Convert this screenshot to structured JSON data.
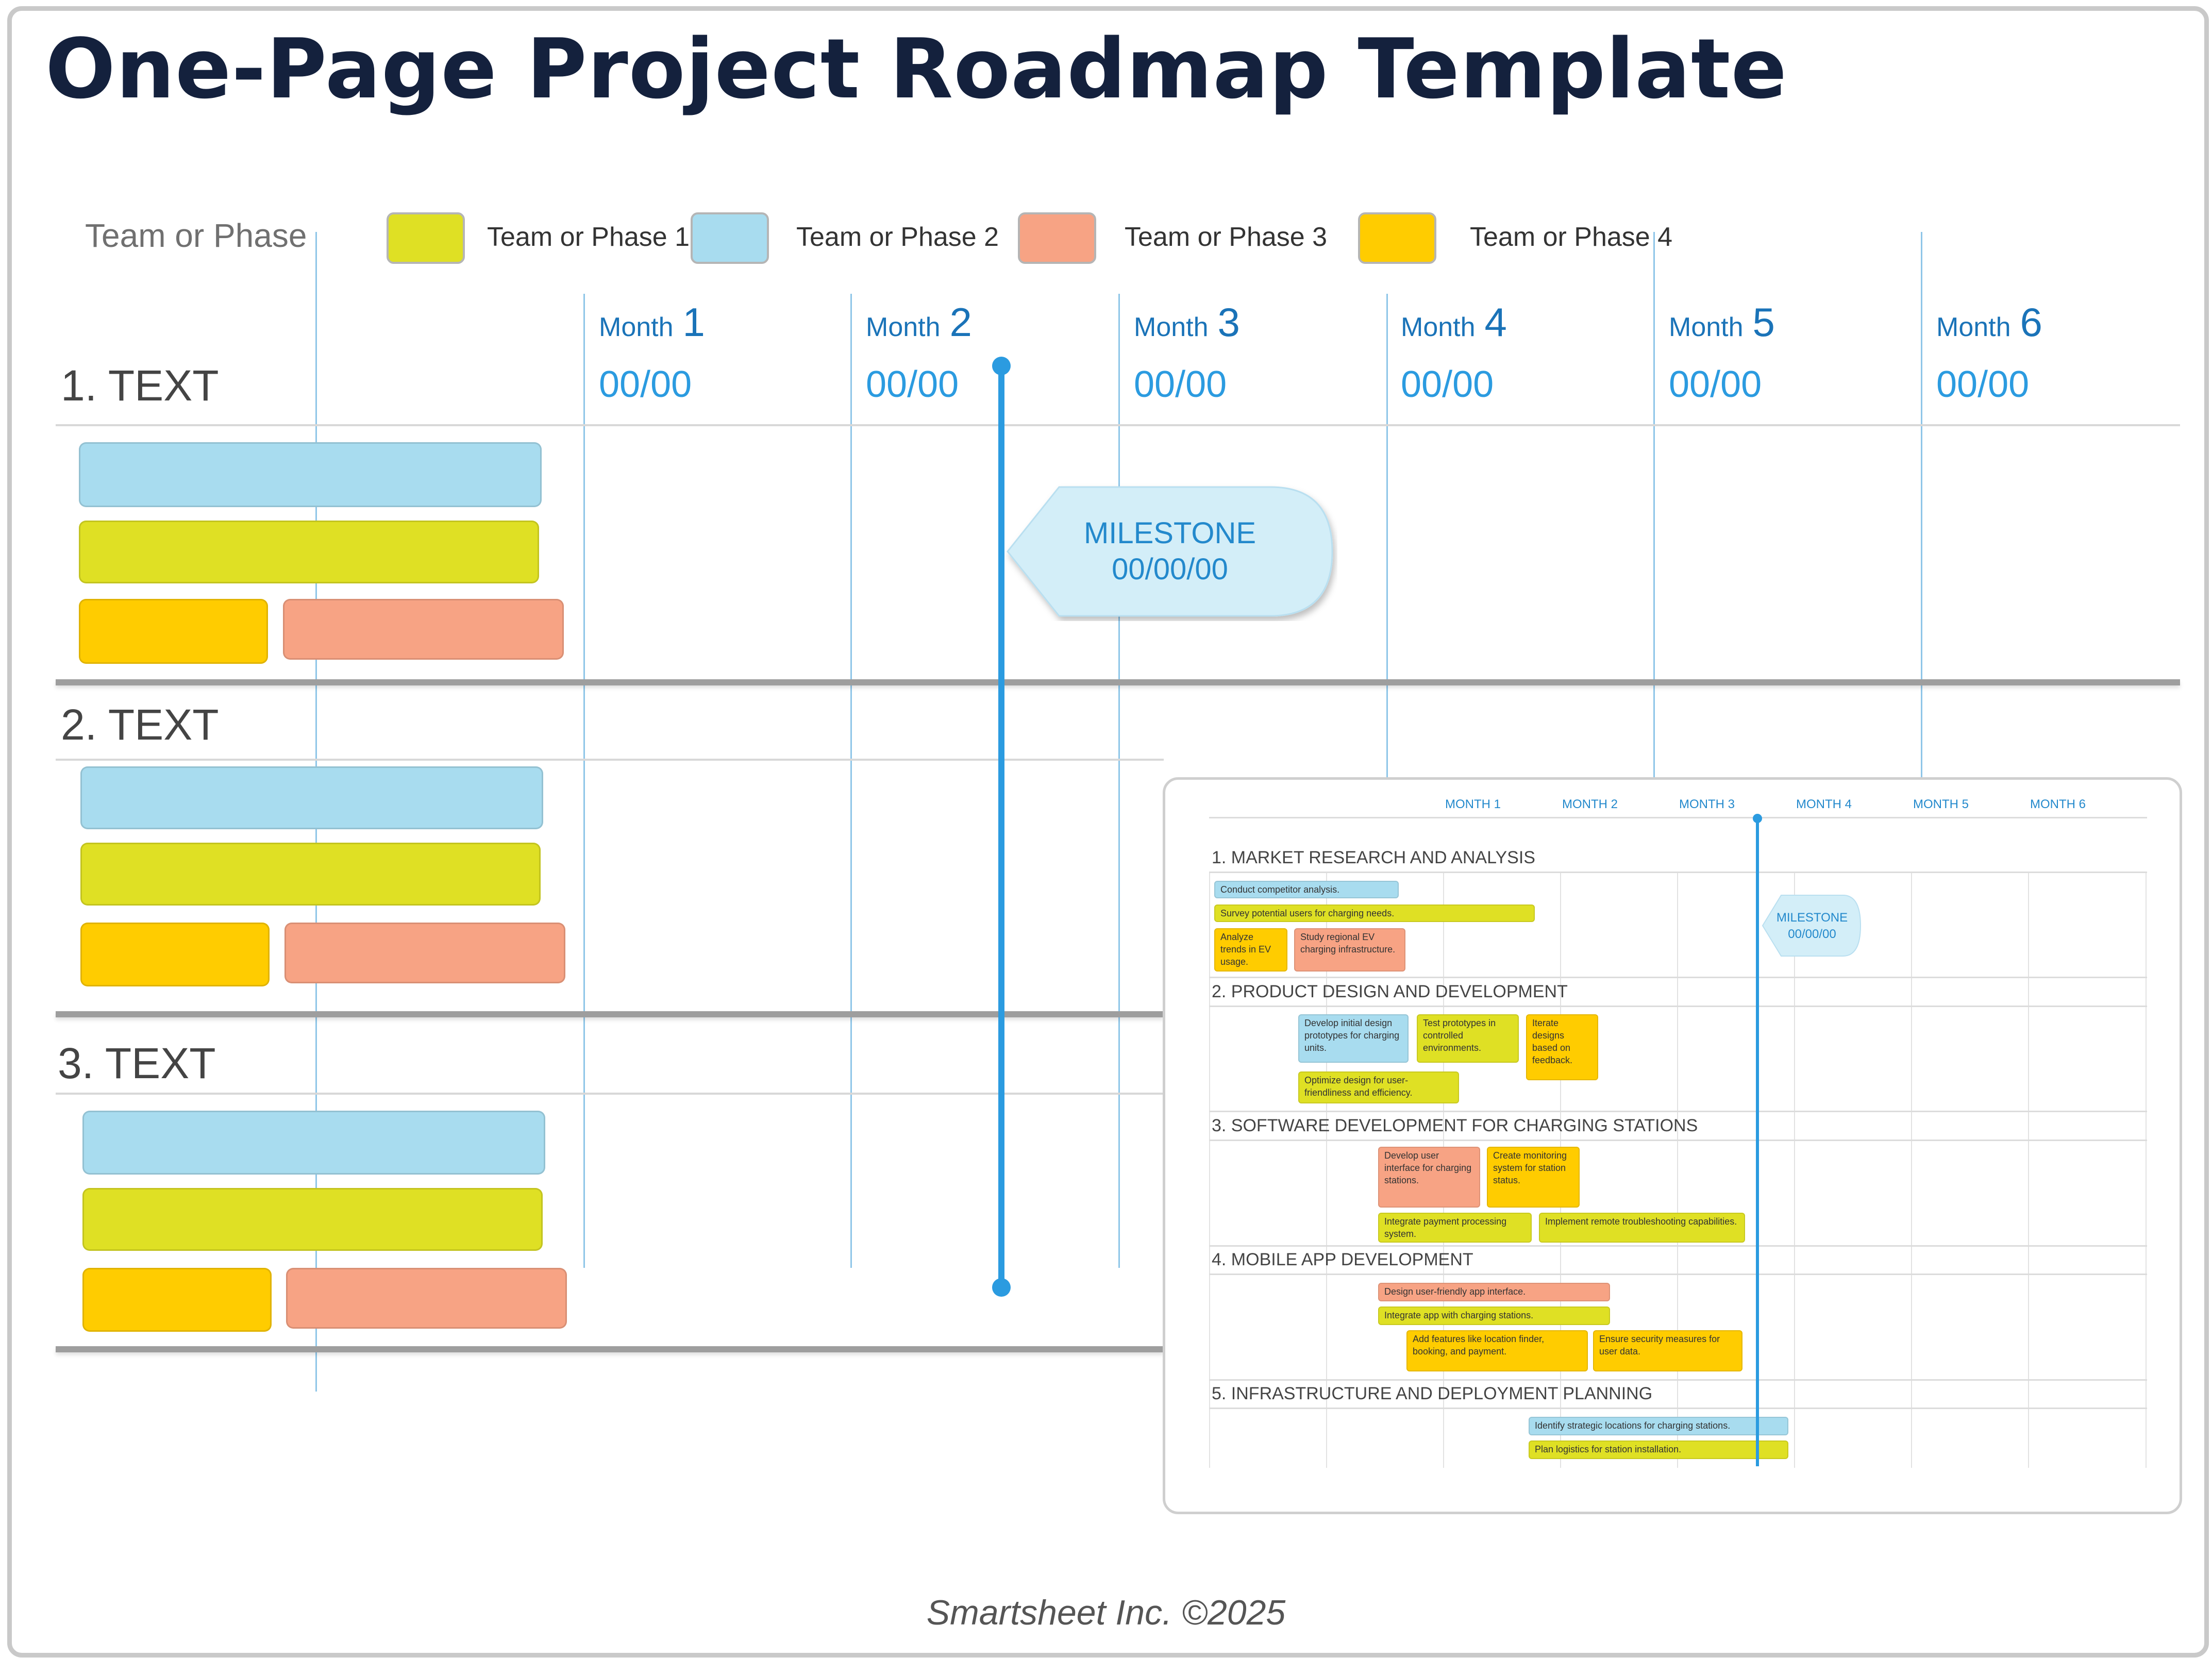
{
  "title": "One-Page Project Roadmap Template",
  "legend": {
    "heading": "Team or Phase",
    "items": [
      {
        "label": "Team or Phase 1",
        "color": "#dfe024"
      },
      {
        "label": "Team or Phase  2",
        "color": "#a8dcef"
      },
      {
        "label": "Team or Phase  3",
        "color": "#f7a384"
      },
      {
        "label": "Team or Phase  4",
        "color": "#ffcc00"
      }
    ]
  },
  "months": [
    {
      "label": "Month",
      "num": "1",
      "date": "00/00"
    },
    {
      "label": "Month",
      "num": "2",
      "date": "00/00"
    },
    {
      "label": "Month",
      "num": "3",
      "date": "00/00"
    },
    {
      "label": "Month",
      "num": "4",
      "date": "00/00"
    },
    {
      "label": "Month",
      "num": "5",
      "date": "00/00"
    },
    {
      "label": "Month",
      "num": "6",
      "date": "00/00"
    }
  ],
  "sections": [
    {
      "label": "1. TEXT"
    },
    {
      "label": "2. TEXT"
    },
    {
      "label": "3. TEXT"
    }
  ],
  "milestone": {
    "label": "MILESTONE",
    "date": "00/00/00"
  },
  "inset": {
    "months": [
      "MONTH 1",
      "MONTH 2",
      "MONTH 3",
      "MONTH 4",
      "MONTH 5",
      "MONTH 6"
    ],
    "milestone": {
      "label": "MILESTONE",
      "date": "00/00/00"
    },
    "sections": [
      {
        "title": "1. MARKET RESEARCH AND ANALYSIS",
        "tasks": [
          {
            "text": "Conduct competitor analysis.",
            "phase": 2
          },
          {
            "text": "Survey potential users for charging needs.",
            "phase": 1
          },
          {
            "text": "Analyze trends in EV usage.",
            "phase": 4
          },
          {
            "text": "Study regional EV charging infrastructure.",
            "phase": 3
          }
        ]
      },
      {
        "title": "2. PRODUCT DESIGN AND DEVELOPMENT",
        "tasks": [
          {
            "text": "Develop initial design prototypes for charging units.",
            "phase": 2
          },
          {
            "text": "Test prototypes in controlled environments.",
            "phase": 1
          },
          {
            "text": "Iterate designs based on feedback.",
            "phase": 4
          },
          {
            "text": "Optimize design for user-friendliness and efficiency.",
            "phase": 1
          }
        ]
      },
      {
        "title": "3. SOFTWARE DEVELOPMENT FOR CHARGING STATIONS",
        "tasks": [
          {
            "text": "Develop user interface for charging stations.",
            "phase": 3
          },
          {
            "text": "Create monitoring system for station status.",
            "phase": 4
          },
          {
            "text": "Integrate payment processing system.",
            "phase": 1
          },
          {
            "text": "Implement remote troubleshooting capabilities.",
            "phase": 1
          }
        ]
      },
      {
        "title": "4. MOBILE APP DEVELOPMENT",
        "tasks": [
          {
            "text": "Design user-friendly app interface.",
            "phase": 3
          },
          {
            "text": "Integrate app with charging stations.",
            "phase": 1
          },
          {
            "text": "Add features like location finder, booking, and payment.",
            "phase": 4
          },
          {
            "text": "Ensure security measures for user data.",
            "phase": 4
          }
        ]
      },
      {
        "title": "5. INFRASTRUCTURE AND DEPLOYMENT PLANNING",
        "tasks": [
          {
            "text": "Identify strategic locations for charging stations.",
            "phase": 2
          },
          {
            "text": "Plan logistics for station installation.",
            "phase": 1
          }
        ]
      }
    ]
  },
  "footer": "Smartsheet Inc. ©2025"
}
